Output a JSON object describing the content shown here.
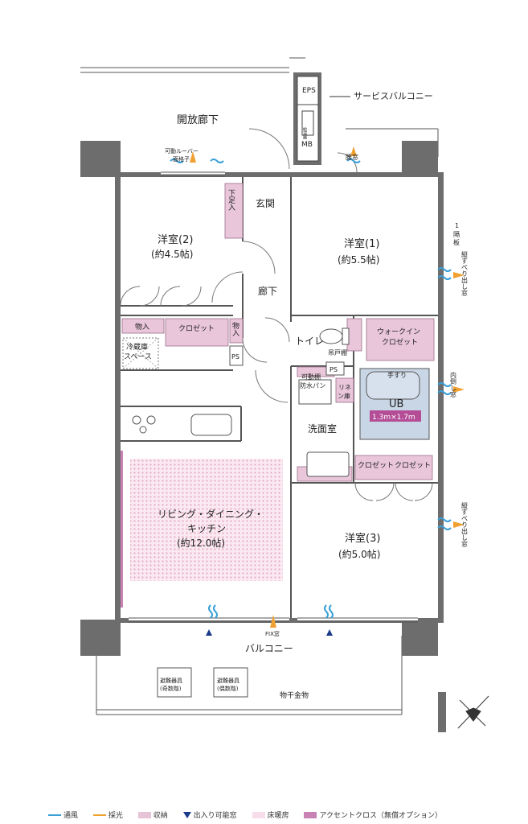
{
  "rooms": {
    "corridor_open": "開放廊下",
    "eps": "EPS",
    "heater": "給湯器",
    "mb": "MB",
    "service_balcony": "サービスバルコニー",
    "louver": "可動ルーバー",
    "lattice": "面格子",
    "hip_window": "腰窓",
    "shoe_box": "下足入",
    "entrance": "玄関",
    "western2_name": "洋室(2)",
    "western2_size": "(約4.5帖)",
    "western1_name": "洋室(1)",
    "western1_size": "(約5.5帖)",
    "hallway": "廊下",
    "storage1": "物入",
    "closet_w2": "クロゼット",
    "storage2": "物入",
    "ps1": "PS",
    "fridge1": "冷蔵庫",
    "fridge2": "スペース",
    "toilet": "トイレ",
    "hanging_shelf": "吊戸棚",
    "walkin1": "ウォークイン",
    "walkin2": "クロゼット",
    "ps2": "PS",
    "pan1": "可動棚",
    "pan2": "防水パン",
    "linen1": "リネ",
    "linen2": "ン庫",
    "handrail": "手すり",
    "ub": "UB",
    "ub_size": "1.3m×1.7m",
    "washroom": "洗面室",
    "closet_a": "クロゼット",
    "closet_b": "クロゼット",
    "ldk1": "リビング・ダイニング・",
    "ldk2": "キッチン",
    "ldk3": "(約12.0帖)",
    "western3_name": "洋室(3)",
    "western3_size": "(約5.0帖)",
    "fix_window": "FIX窓",
    "balcony": "バルコニー",
    "evac_odd1": "避難器具",
    "evac_odd2": "(奇数階)",
    "evac_even1": "避難器具",
    "evac_even2": "(偶数階)",
    "drying_rack": "物干金物",
    "partition1": "隔",
    "partition2": "1",
    "partition3": "板",
    "side_window1": "縦すべり出し窓",
    "side_window2": "内倒し窓",
    "side_window3": "縦すべり出し窓"
  },
  "legend": {
    "ventilation": "通風",
    "daylight": "採光",
    "storage": "収納",
    "entry_window": "出入り可能窓",
    "floor_heating": "床暖房",
    "accent_cloth": "アクセントクロス（無償オプション）"
  },
  "colors": {
    "wall": "#666666",
    "storage": "#e7c3d8",
    "floor_heating": "#f2cfe0",
    "ub": "#c9d6e6",
    "accent": "#c882b4",
    "ventilation": "#3aa0d8",
    "daylight": "#f0a030",
    "entry_marker": "#1a3a8a"
  }
}
